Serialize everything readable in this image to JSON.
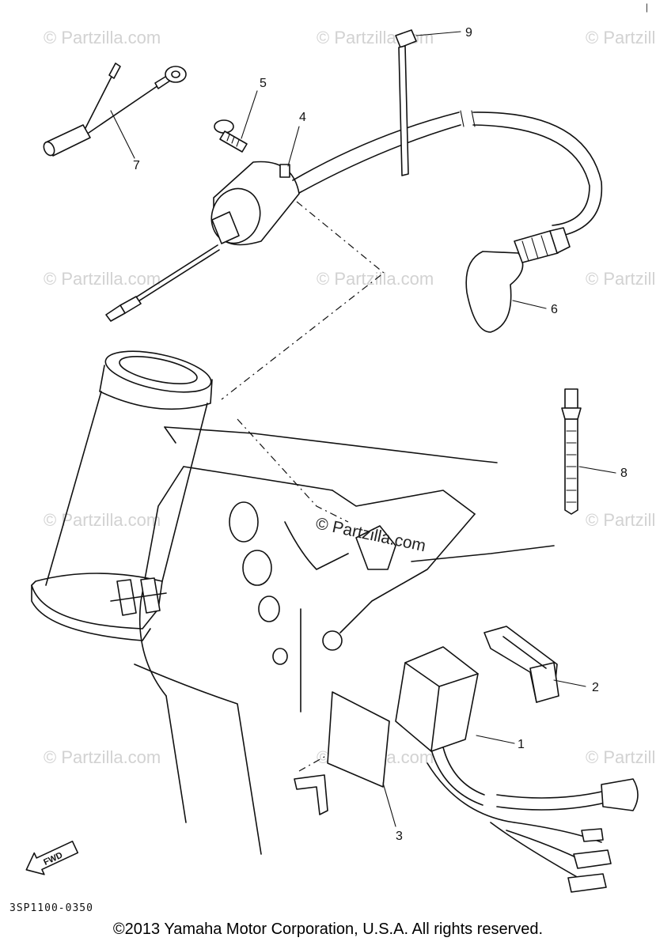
{
  "watermark": "© Partzilla.com",
  "center_watermark": "© Partzilla.com",
  "callouts": {
    "c1": "1",
    "c2": "2",
    "c3": "3",
    "c4": "4",
    "c5": "5",
    "c6": "6",
    "c7": "7",
    "c8": "8",
    "c9": "9"
  },
  "fwd_label": "FWD",
  "diagram_code": "3SP1100-0350",
  "copyright": "©2013 Yamaha Motor Corporation, U.S.A. All rights reserved.",
  "corner_marks": "|",
  "colors": {
    "ink": "#111111",
    "watermark": "#d2d2d2",
    "background": "#ffffff"
  }
}
